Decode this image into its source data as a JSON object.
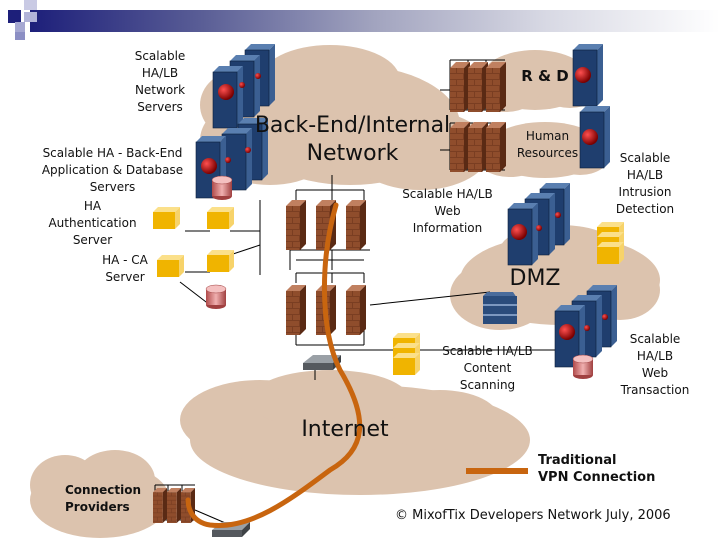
{
  "header": {
    "accent_colors": [
      "#1d1f7a",
      "#a6a8d2",
      "#8c8fc4",
      "#ffffff"
    ]
  },
  "clouds": {
    "backend": "Back-End/Internal\nNetwork",
    "rnd": "R & D",
    "hr": "Human\nResources",
    "dmz": "DMZ",
    "internet": "Internet",
    "providers": "Connection\nProviders"
  },
  "labels": {
    "network_servers": "Scalable\nHA/LB\nNetwork\nServers",
    "backend_servers": "Scalable HA - Back-End\nApplication & Database\nServers",
    "auth_server": "HA\nAuthentication\nServer",
    "ca_server": "HA - CA\nServer",
    "web_info": "Scalable HA/LB\nWeb\nInformation",
    "intrusion": "Scalable\nHA/LB\nIntrusion\nDetection",
    "content_scanning": "Scalable HA/LB\nContent\nScanning",
    "web_transaction": "Scalable\nHA/LB\nWeb\nTransaction"
  },
  "legend": {
    "label": "Traditional\nVPN Connection",
    "color": "#c8650f"
  },
  "footer": {
    "copyright": "© MixofTix Developers Network July, 2006"
  },
  "colors": {
    "cloud": "#dcc3ae",
    "server": "#1f3e6e",
    "firewall": "#8a4a2b",
    "box": "#f0b400",
    "vpn": "#c8650f"
  }
}
